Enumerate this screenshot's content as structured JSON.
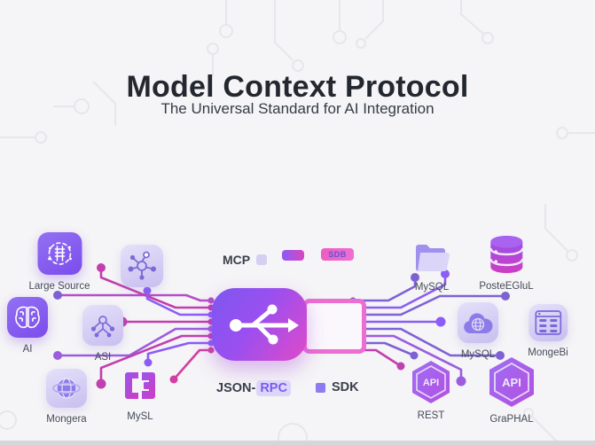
{
  "header": {
    "title": "Model Context Protocol",
    "subtitle": "The Universal Standard for AI Integration"
  },
  "hub": {
    "mcp_label": "MCP",
    "sdb_badge": "SDB",
    "jsonrpc_prefix": "JSON-",
    "jsonrpc_highlight": "RPC",
    "sdk_label": "SDK"
  },
  "left_nodes": [
    {
      "label": "Large Source",
      "icon": "brain-circuit-icon"
    },
    {
      "label": "",
      "icon": "molecule-icon"
    },
    {
      "label": "AI",
      "icon": "brain-icon"
    },
    {
      "label": "ASI",
      "icon": "network-nodes-icon"
    },
    {
      "label": "Mongera",
      "icon": "globe-icon"
    },
    {
      "label": "MySL",
      "icon": "puzzle-blocks-icon"
    }
  ],
  "right_nodes": [
    {
      "label": "MySQL",
      "icon": "folder-icon"
    },
    {
      "label": "PosteEGluL",
      "icon": "database-icon"
    },
    {
      "label": "MySQL",
      "icon": "cloud-globe-icon"
    },
    {
      "label": "MongeBi",
      "icon": "data-table-icon"
    },
    {
      "label": "REST",
      "icon": "api-hexagon-icon",
      "badge": "API"
    },
    {
      "label": "GraPHAL",
      "icon": "api-hexagon-icon",
      "badge": "API"
    }
  ],
  "colors": {
    "background": "#f5f4f6",
    "accent_purple": "#8b5cf6",
    "accent_magenta": "#d23fae",
    "lavender_tile": "#d2caf3",
    "text_dark": "#23272f"
  }
}
